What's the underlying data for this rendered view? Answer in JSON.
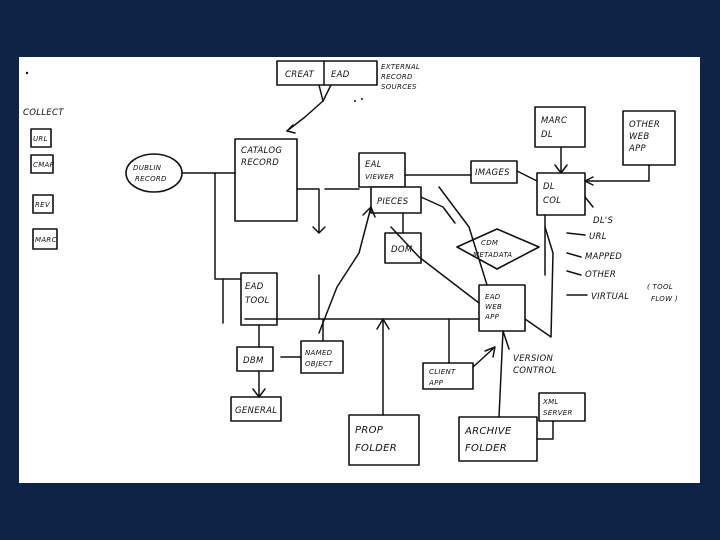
{
  "background_color": "#0e2447",
  "paper_color": "#ffffff",
  "ink_color": "#111111",
  "labels": {
    "creat": "CREAT",
    "ead": "EAD",
    "external": [
      "EXTERNAL",
      "RECORD",
      "SOURCES"
    ],
    "dublin": [
      "DUBLIN",
      "RECORD"
    ],
    "catalog_record": [
      "CATALOG",
      "RECORD"
    ],
    "eal_viewer": [
      "EAL",
      "VIEWER"
    ],
    "pieces": "PIECES",
    "dom": "DOM",
    "images": "IMAGES",
    "marc_dl": [
      "MARC",
      "DL"
    ],
    "other_web": [
      "OTHER",
      "WEB",
      "APP"
    ],
    "dl_col": [
      "DL",
      "COL"
    ],
    "cdm_metadata": [
      "CDM",
      "METADATA"
    ],
    "ead_web_app": [
      "EAD",
      "WEB",
      "APP"
    ],
    "dls": "DL'S",
    "urls": [
      "URL",
      "MAPPED",
      "OTHER",
      "VIRTUAL"
    ],
    "virtual_note": [
      "( TOOL",
      "FLOW )"
    ],
    "ead_tool": [
      "EAD",
      "TOOL"
    ],
    "dbm": "DBM",
    "named_object": [
      "NAMED",
      "OBJECT"
    ],
    "general": "GENERAL",
    "client_app": [
      "CLIENT",
      "APP"
    ],
    "version_control": [
      "VERSION",
      "CONTROL"
    ],
    "prop_folder": [
      "PROP",
      "FOLDER"
    ],
    "archive_folder": [
      "ARCHIVE",
      "FOLDER"
    ],
    "xml_server": [
      "XML",
      "SERVER"
    ],
    "legend_title": "COLLECT",
    "legend": [
      "URL",
      "CMAP",
      "REV",
      "MARC"
    ]
  }
}
